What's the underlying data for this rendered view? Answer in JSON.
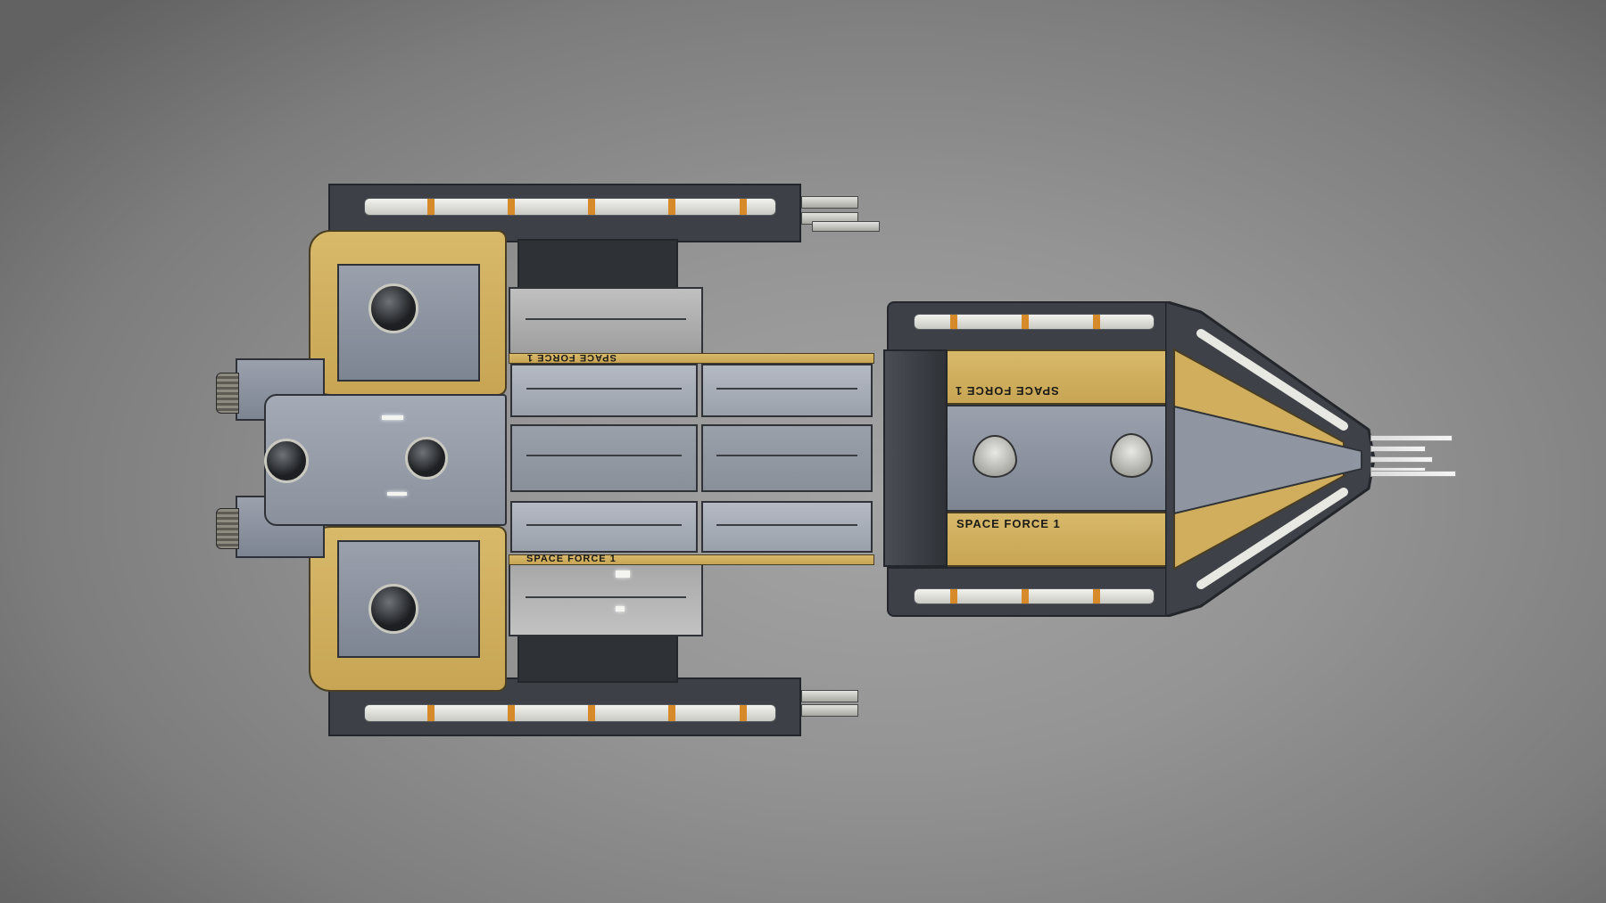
{
  "scene": {
    "subject": "Spaceship top-down render",
    "background_color": "#959595",
    "colors": {
      "hull_gray": "#8e95a1",
      "accent_yellow": "#d0ae5e",
      "frame_dark": "#3d4147",
      "light_white": "#f4f4f0",
      "marker_orange": "#d68a2a"
    }
  },
  "markings": {
    "hull_label_upper": "SPACE FORCE 1",
    "hull_label_lower": "SPACE FORCE 1",
    "spine_label_upper": "SPACE FORCE 1",
    "spine_label_lower": "SPACE FORCE 1"
  },
  "components": {
    "engine_thrusters": 2,
    "turret_domes": 4,
    "sensor_dishes": 2,
    "side_weapon_rails": 2,
    "nose_antennas": 5
  }
}
